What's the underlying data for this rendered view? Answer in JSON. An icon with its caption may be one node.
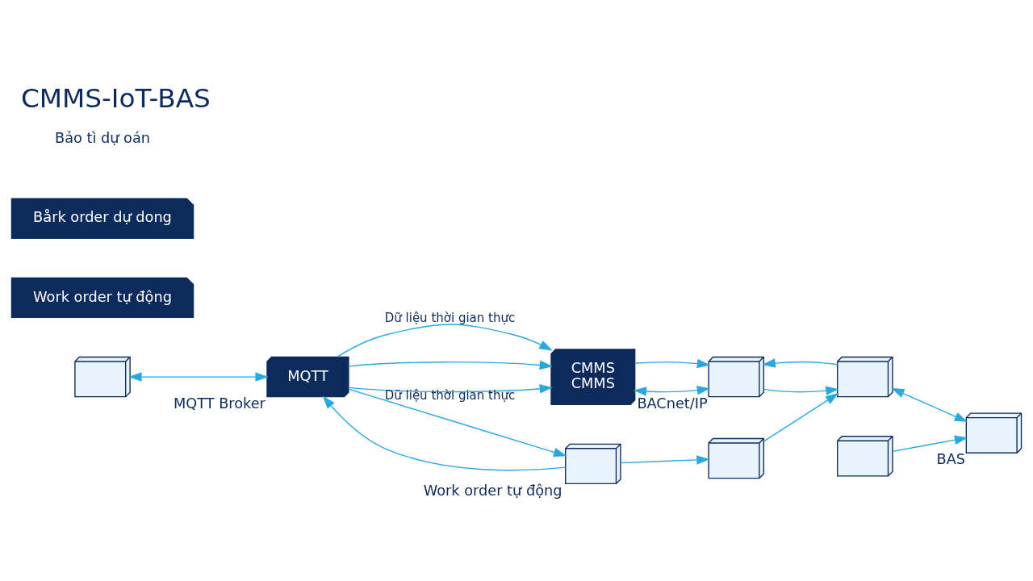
{
  "diagram": {
    "title": "CMMS-IoT-BAS",
    "nodes": [
      {
        "text": [],
        "shape": "picture"
      },
      {
        "text": [
          "MQTT"
        ],
        "beside": [
          "MQTT Broker"
        ]
      },
      {
        "text": [
          "CMMS",
          "CMMS"
        ]
      },
      {
        "text": [],
        "shape": "picture",
        "beside": [
          "Work order tự động"
        ]
      },
      {
        "text": [],
        "shape": "picture",
        "beside": [
          "BACnet/IP"
        ]
      },
      {
        "text": [],
        "shape": "picture"
      },
      {
        "text": [],
        "shape": "picture",
        "beside": [
          "BAS"
        ]
      },
      {
        "text": [],
        "shape": "picture"
      },
      {
        "text": [],
        "shape": "picture"
      },
      {
        "text": [
          "Work order tự động"
        ]
      },
      {
        "text": [
          "Bårk order dự dong"
        ]
      }
    ],
    "edges": [
      {
        "from": 0,
        "to": 1,
        "arrow": "both"
      },
      {
        "from": 1,
        "to": 2,
        "arrow": "to",
        "label": "Dữ liệu thời gian thực"
      },
      {
        "from": 1,
        "to": 2,
        "arrow": "to"
      },
      {
        "from": 1,
        "to": 2,
        "arrow": "to"
      },
      {
        "from": 1,
        "to": 3,
        "arrow": "to",
        "label": "Dữ liệu thời gian thực"
      },
      {
        "from": 3,
        "to": 1,
        "arrow": "to"
      },
      {
        "from": 3,
        "to": 8,
        "arrow": "to"
      },
      {
        "from": 2,
        "to": 4,
        "arrow": "both"
      },
      {
        "from": 2,
        "to": 4,
        "arrow": "to"
      },
      {
        "from": 5,
        "to": 4,
        "arrow": "to"
      },
      {
        "from": 4,
        "to": 5,
        "arrow": "to"
      },
      {
        "from": 8,
        "to": 5,
        "arrow": "to"
      },
      {
        "from": 5,
        "to": 6,
        "arrow": "both"
      },
      {
        "from": 7,
        "to": 6,
        "arrow": "to"
      }
    ],
    "labels": [
      "Bảo tì dự oán"
    ]
  }
}
